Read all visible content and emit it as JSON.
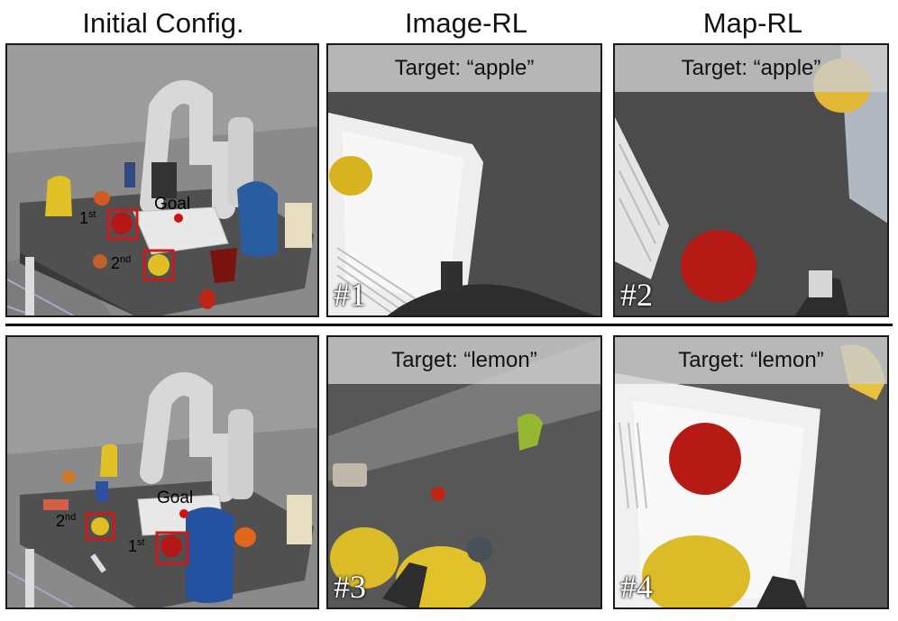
{
  "headers": {
    "initial": "Initial Config.",
    "image_rl": "Image-RL",
    "map_rl": "Map-RL"
  },
  "rows": [
    {
      "initial": {
        "first_num": "1",
        "first_sup": "st",
        "second_num": "2",
        "second_sup": "nd",
        "goal": "Goal"
      },
      "image_rl": {
        "target": "Target: “apple”",
        "step": "#1"
      },
      "map_rl": {
        "target": "Target: “apple”",
        "step": "#2"
      }
    },
    {
      "initial": {
        "first_num": "1",
        "first_sup": "st",
        "second_num": "2",
        "second_sup": "nd",
        "goal": "Goal"
      },
      "image_rl": {
        "target": "Target: “lemon”",
        "step": "#3"
      },
      "map_rl": {
        "target": "Target: “lemon”",
        "step": "#4"
      }
    }
  ],
  "colors": {
    "table": "#4a4a4a",
    "floor": "#6e6e6e",
    "highlight_box": "#cc1a1a",
    "goal_dot": "#d11010"
  }
}
